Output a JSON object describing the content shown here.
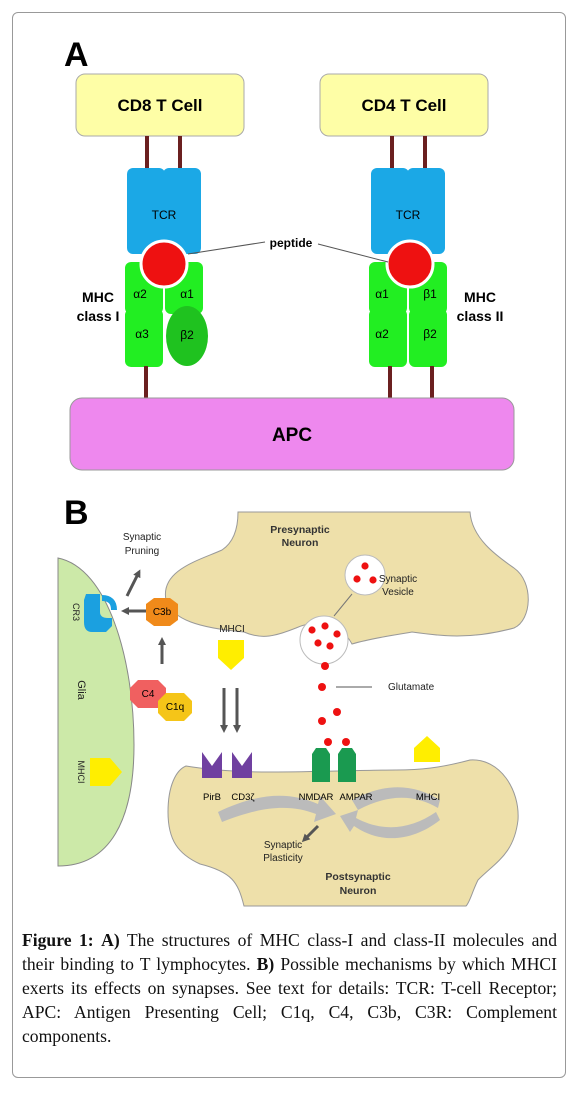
{
  "panel_a": {
    "label": "A",
    "cd8_cell": "CD8 T Cell",
    "cd4_cell": "CD4 T Cell",
    "tcr_left": "TCR",
    "tcr_right": "TCR",
    "peptide": "peptide",
    "mhc1_line1": "MHC",
    "mhc1_line2": "class I",
    "mhc2_line1": "MHC",
    "mhc2_line2": "class II",
    "mhc1_domains": {
      "a1": "α1",
      "a2": "α2",
      "a3": "α3",
      "b2": "β2"
    },
    "mhc2_domains": {
      "a1": "α1",
      "b1": "β1",
      "a2": "α2",
      "b2": "β2"
    },
    "apc": "APC"
  },
  "panel_b": {
    "label": "B",
    "synaptic_pruning_1": "Synaptic",
    "synaptic_pruning_2": "Pruning",
    "presynaptic_1": "Presynaptic",
    "presynaptic_2": "Neuron",
    "synaptic_vesicle_1": "Synaptic",
    "synaptic_vesicle_2": "Vesicle",
    "cr3": "CR3",
    "c3b": "C3b",
    "mhci_pre": "MHCI",
    "glia": "Glia",
    "c4": "C4",
    "c1q": "C1q",
    "glutamate": "Glutamate",
    "mhci_glia": "MHCI",
    "pirb": "PirB",
    "cd3z": "CD3ζ",
    "nmdar": "NMDAR",
    "ampar": "AMPAR",
    "mhci_post": "MHCI",
    "plasticity_1": "Synaptic",
    "plasticity_2": "Plasticity",
    "postsynaptic_1": "Postsynaptic",
    "postsynaptic_2": "Neuron"
  },
  "caption": {
    "figure_label": "Figure 1:",
    "a_label": "A)",
    "a_text": " The structures of MHC class-I and class-II molecules and their binding to T lymphocytes. ",
    "b_label": "B)",
    "b_text": " Possible mechanisms by which MHCI exerts its effects on synapses. See text for details: TCR: T-cell Receptor; APC: Antigen Presenting Cell; C1q, C4, C3b, C3R: Complement components."
  },
  "colors": {
    "t_cell": "#fefea6",
    "tcr": "#1ba8e6",
    "mhc": "#22ee22",
    "b2m": "#1fc21f",
    "peptide": "#ee1111",
    "apc": "#ee88ee",
    "stalk": "#6b2020",
    "neuron": "#eee0aa",
    "glia": "#cce9a8",
    "cr3": "#1ba0e0",
    "c3b": "#f08a1a",
    "c4": "#f06060",
    "c1q": "#f5c518",
    "mhci": "#ffee00",
    "pirb": "#7040a0",
    "receptor": "#1a9a50",
    "arrow": "#555555",
    "grey_arrow": "#bbbbbb"
  }
}
